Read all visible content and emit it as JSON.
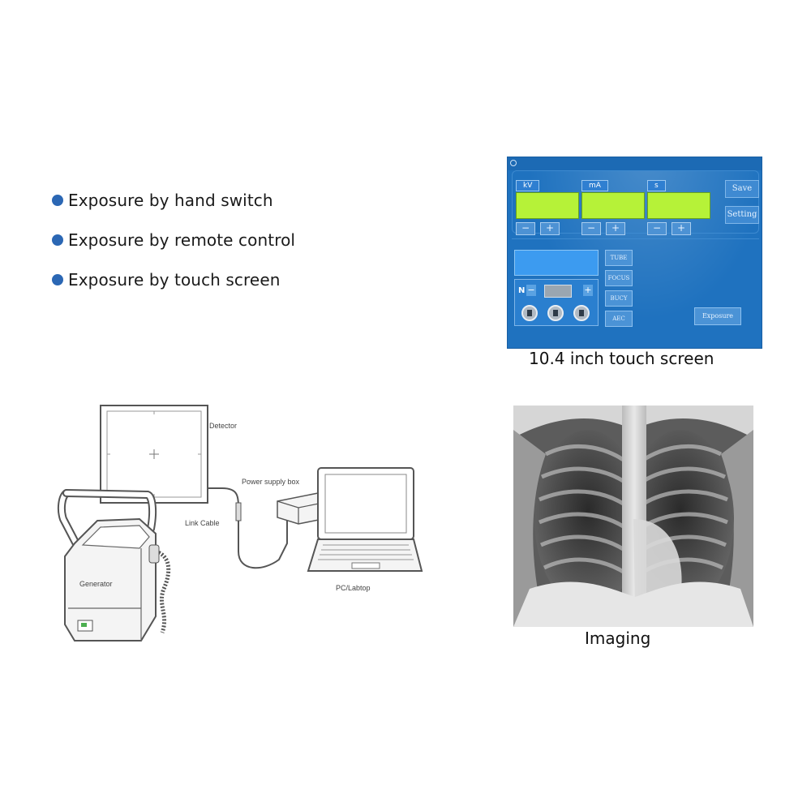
{
  "features": [
    "Exposure by hand switch",
    "Exposure by remote control",
    "Exposure by touch screen"
  ],
  "touch_screen": {
    "params": [
      {
        "label": "kV",
        "minus": "−",
        "plus": "+"
      },
      {
        "label": "mA",
        "minus": "−",
        "plus": "+"
      },
      {
        "label": "s",
        "minus": "−",
        "plus": "+"
      }
    ],
    "save_label": "Save",
    "setting_label": "Setting",
    "n_label": "N",
    "n_minus": "−",
    "n_plus": "+",
    "side_buttons": [
      "TUBE",
      "FOCUS",
      "BUCY",
      "AEC"
    ],
    "exposure_label": "Exposure",
    "caption": "10.4 inch touch screen",
    "colors": {
      "panel": "#1f72bf",
      "lcd": "#b6f238"
    }
  },
  "diagram": {
    "detector_label": "Detector",
    "power_box_label": "Power supply box",
    "link_cable_label": "Link Cable",
    "generator_label": "Generator",
    "pc_label": "PC/Labtop"
  },
  "imaging": {
    "caption": "Imaging"
  },
  "colors": {
    "bullet": "#2b67b4"
  }
}
